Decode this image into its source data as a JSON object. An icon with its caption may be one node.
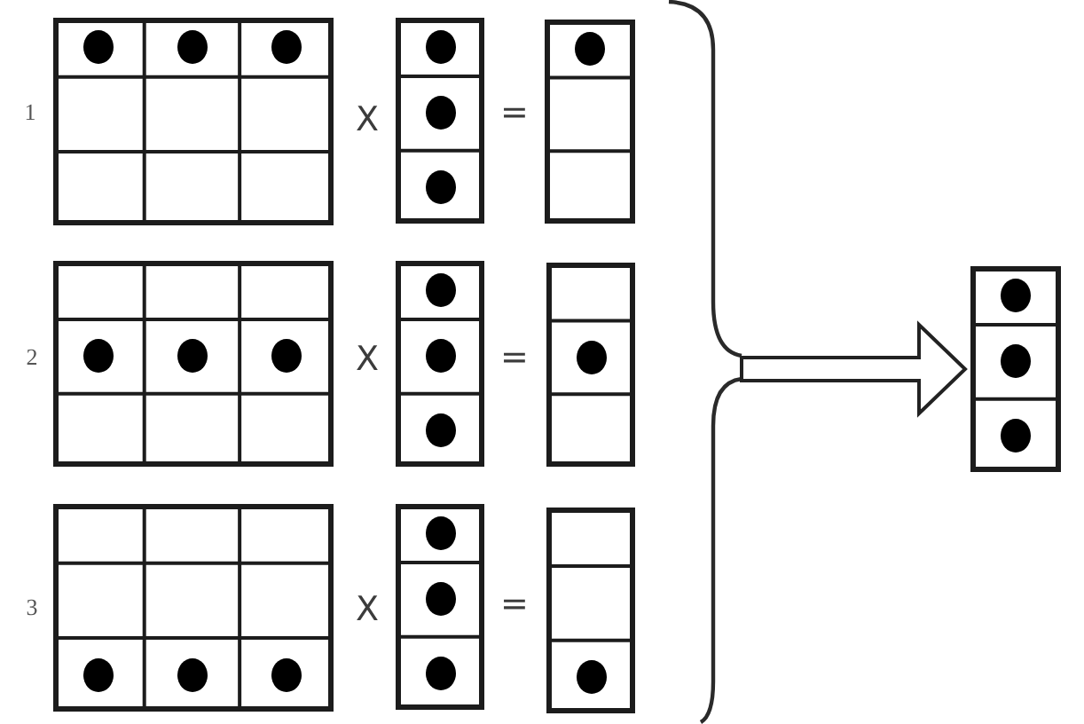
{
  "diagram": {
    "nodes": [
      {
        "text": [],
        "shape": "box"
      },
      {
        "text": [],
        "shape": "box"
      },
      {
        "text": [],
        "shape": "box"
      },
      {
        "text": [],
        "shape": "box"
      },
      {
        "text": [],
        "shape": "box"
      },
      {
        "text": [],
        "shape": "box"
      },
      {
        "text": [],
        "shape": "box"
      },
      {
        "text": [],
        "shape": "box"
      },
      {
        "text": [],
        "shape": "box"
      },
      {
        "text": [],
        "shape": "box"
      }
    ],
    "edges": [
      {
        "from": null,
        "to": 9,
        "arrow": "to",
        "style": "thick"
      }
    ],
    "labels": [
      "1",
      "X",
      "=",
      "2",
      "X",
      "=",
      "3",
      "X",
      "="
    ]
  }
}
